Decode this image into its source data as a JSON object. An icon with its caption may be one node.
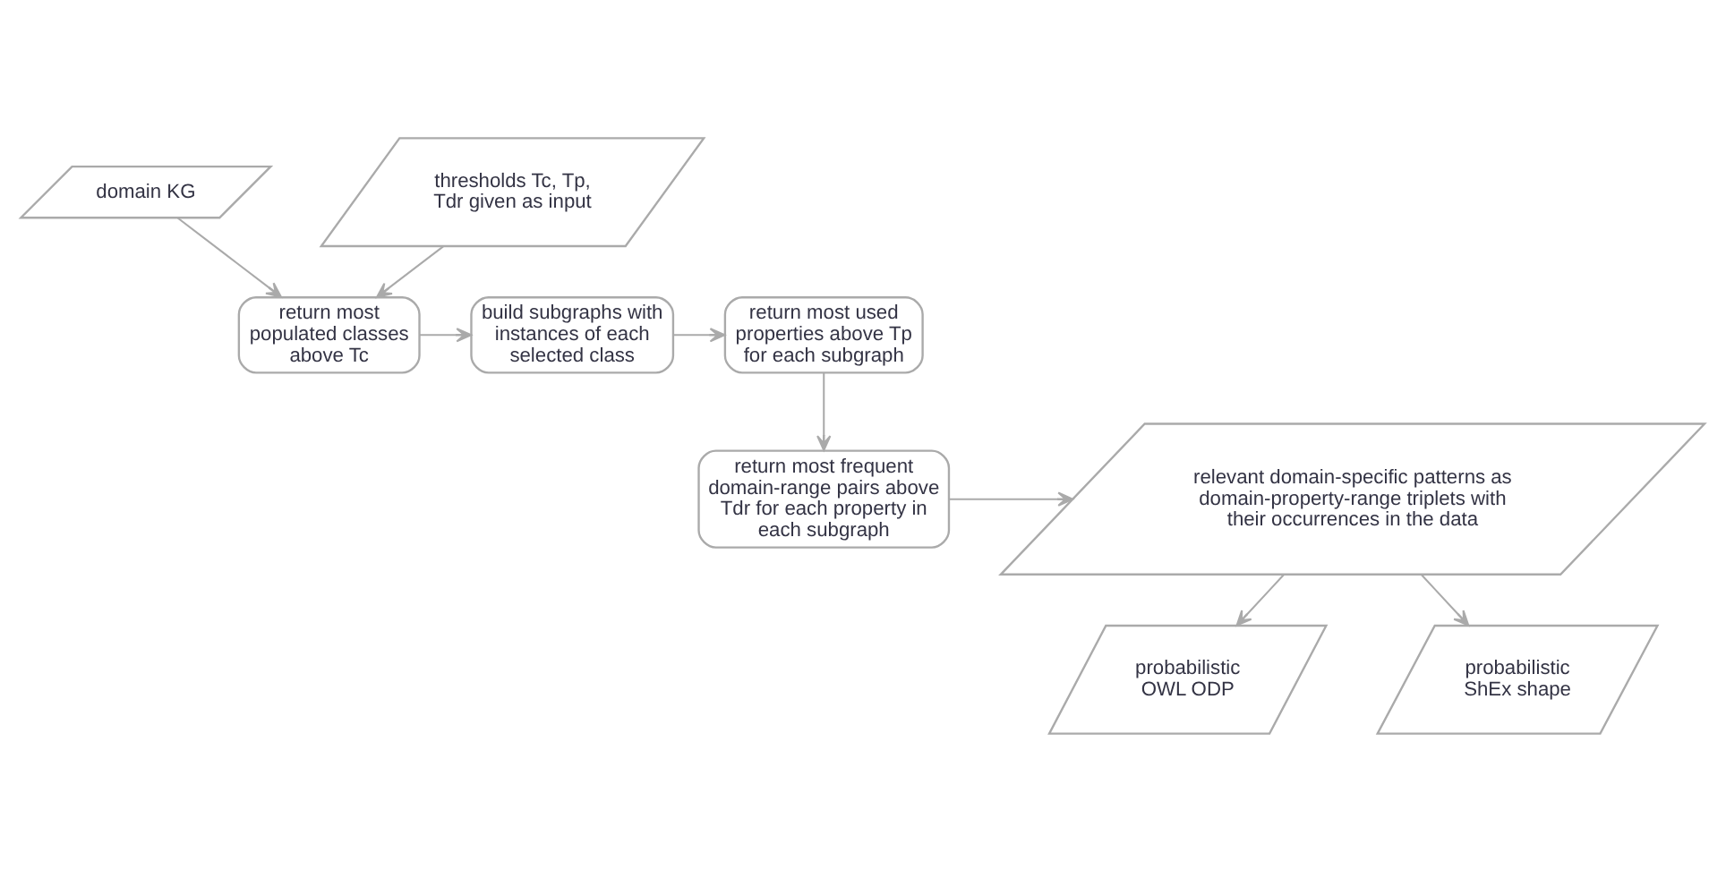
{
  "diagram": {
    "nodes": [
      {
        "text": [
          "domain KG"
        ]
      },
      {
        "text": [
          "thresholds Tc, Tp, Tdr given as input"
        ]
      },
      {
        "text": [
          "return most populated classes above Tc"
        ]
      },
      {
        "text": [
          "build subgraphs with instances of each selected class"
        ]
      },
      {
        "text": [
          "return most used properties above Tp for each subgraph"
        ]
      },
      {
        "text": [
          "return most frequent domain-range pairs above Tdr for each property in each subgraph"
        ]
      },
      {
        "text": [
          "relevant domain-specific patterns as domain-property-range triplets with their occurrences in the data"
        ]
      },
      {
        "text": [
          "probabilistic OWL ODP"
        ]
      },
      {
        "text": [
          "probabilistic ShEx shape"
        ]
      }
    ],
    "edges": [
      {
        "from": 0,
        "to": 2,
        "arrow": "to"
      },
      {
        "from": 1,
        "to": 2,
        "arrow": "to"
      },
      {
        "from": 2,
        "to": 3,
        "arrow": "to"
      },
      {
        "from": 3,
        "to": 4,
        "arrow": "to"
      },
      {
        "from": 4,
        "to": 5,
        "arrow": "to"
      },
      {
        "from": 5,
        "to": 6,
        "arrow": "to"
      },
      {
        "from": 6,
        "to": 7,
        "arrow": "to"
      },
      {
        "from": 6,
        "to": 8,
        "arrow": "to"
      }
    ]
  }
}
